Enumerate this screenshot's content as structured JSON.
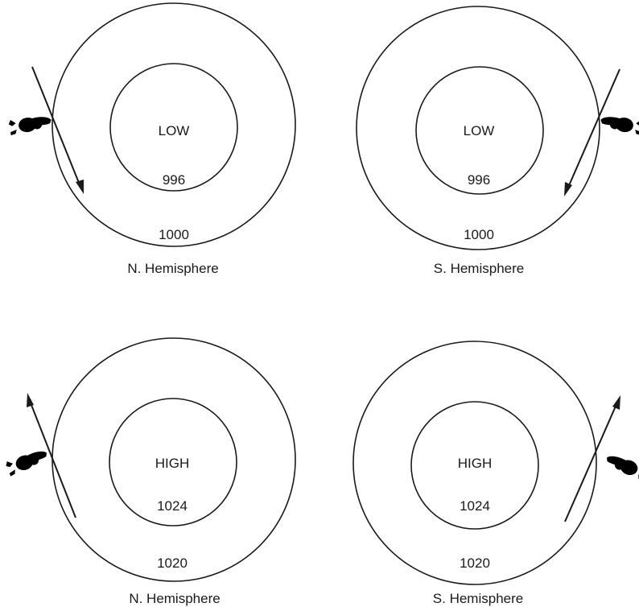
{
  "panels": [
    {
      "center_label": "LOW",
      "inner_value": "996",
      "outer_value": "1000",
      "caption": "N. Hemisphere"
    },
    {
      "center_label": "LOW",
      "inner_value": "996",
      "outer_value": "1000",
      "caption": "S. Hemisphere"
    },
    {
      "center_label": "HIGH",
      "inner_value": "1024",
      "outer_value": "1020",
      "caption": "N. Hemisphere"
    },
    {
      "center_label": "HIGH",
      "inner_value": "1024",
      "outer_value": "1020",
      "caption": "S. Hemisphere"
    }
  ]
}
